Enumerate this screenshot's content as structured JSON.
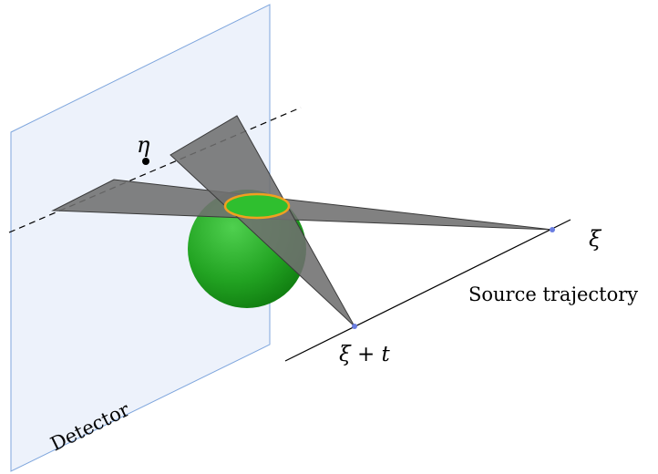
{
  "labels": {
    "eta": "η",
    "xi": "ξ",
    "xi_plus_t": "ξ + t",
    "source_trajectory": "Source trajectory",
    "detector": "Detector"
  },
  "colors": {
    "detector_fill": "#edf2fb",
    "detector_edge": "#7fa6dd",
    "fan_fill": "#6f6f6f",
    "sphere_light": "#4fd04f",
    "sphere_dark": "#0f7a0f",
    "ellipse": "#f0a020",
    "source_point": "#6a7de0"
  }
}
